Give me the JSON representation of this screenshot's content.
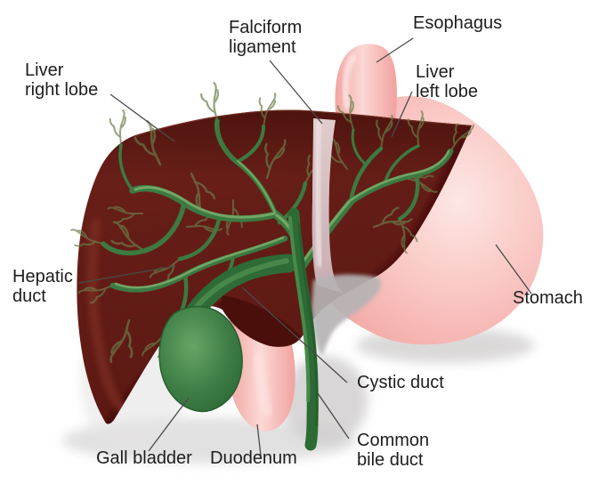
{
  "figure": {
    "type": "anatomical-diagram",
    "background": "#ffffff",
    "colors": {
      "liver_main": "#631d15",
      "liver_dark_edge": "#4a0f0b",
      "liver_top_shade": "#551510",
      "liver_light_band": "#7c2d21",
      "vessel_green": "#3c7a41",
      "vessel_highlight": "#79ab6b",
      "vessel_twig": "#6b7b49",
      "bile_duct_green": "#2d6b35",
      "gall_bladder_green": "#2e6b37",
      "gall_bladder_light": "#66a366",
      "organ_pink": "#f6b5b2",
      "organ_pink_light": "#fbdbd8",
      "falciform_band": "#d3bcbe",
      "ligament_gray": "#b6b3b4",
      "shadow_gray": "#d9d7d7",
      "label_text": "#1d1d1d",
      "leader_line": "#4a4a4a"
    }
  },
  "labels": {
    "liver_right_lobe": {
      "line1": "Liver",
      "line2": "right lobe"
    },
    "falciform_ligament": {
      "line1": "Falciform",
      "line2": "ligament"
    },
    "esophagus": {
      "line1": "Esophagus"
    },
    "liver_left_lobe": {
      "line1": "Liver",
      "line2": "left lobe"
    },
    "hepatic_duct": {
      "line1": "Hepatic",
      "line2": "duct"
    },
    "stomach": {
      "line1": "Stomach"
    },
    "cystic_duct": {
      "line1": "Cystic duct"
    },
    "common_bile_duct": {
      "line1": "Common",
      "line2": "bile duct"
    },
    "gall_bladder": {
      "line1": "Gall bladder"
    },
    "duodenum": {
      "line1": "Duodenum"
    }
  }
}
